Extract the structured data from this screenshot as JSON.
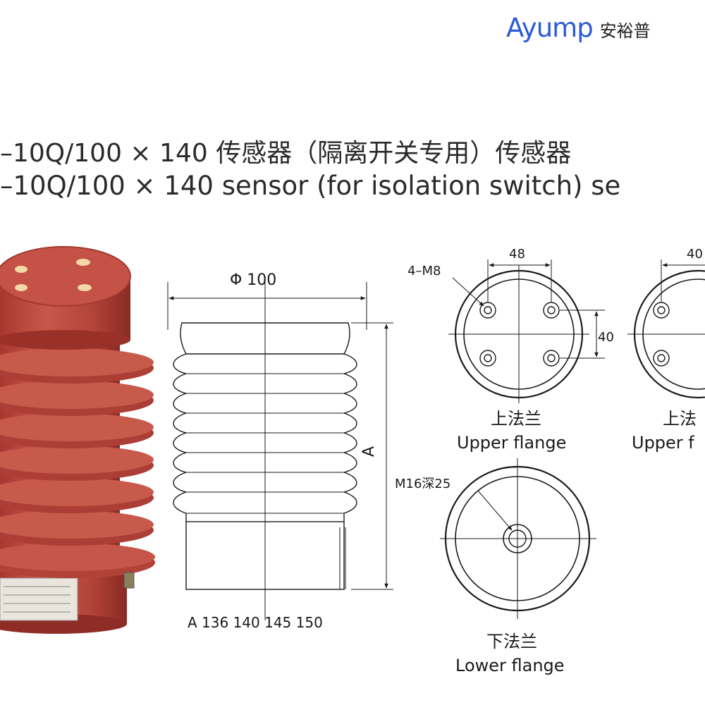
{
  "brand": {
    "name_en": "Ayump",
    "name_cn": "安裕普",
    "color": "#2d5bd6"
  },
  "title": {
    "cn": "–10Q/100 × 140 传感器（隔离开关专用）传感器",
    "en": "–10Q/100 × 140 sensor (for isolation switch) se"
  },
  "drawing": {
    "diameter_label": "Φ 100",
    "height_label": "A",
    "a_values_label": "A 136 140 145 150"
  },
  "upper_flange": {
    "hole_spec": "4–M8",
    "width_dim": "48",
    "height_dim": "40",
    "label_cn": "上法兰",
    "label_en": "Upper flange"
  },
  "upper_flange_2": {
    "width_dim": "40",
    "label_cn": "上法",
    "label_en": "Upper f"
  },
  "lower_flange": {
    "hole_spec": "M16深25",
    "label_cn": "下法兰",
    "label_en": "Lower flange"
  },
  "colors": {
    "insulator_body": "#b9443a",
    "insulator_dark": "#8f2c25",
    "line": "#1a1a1a"
  }
}
